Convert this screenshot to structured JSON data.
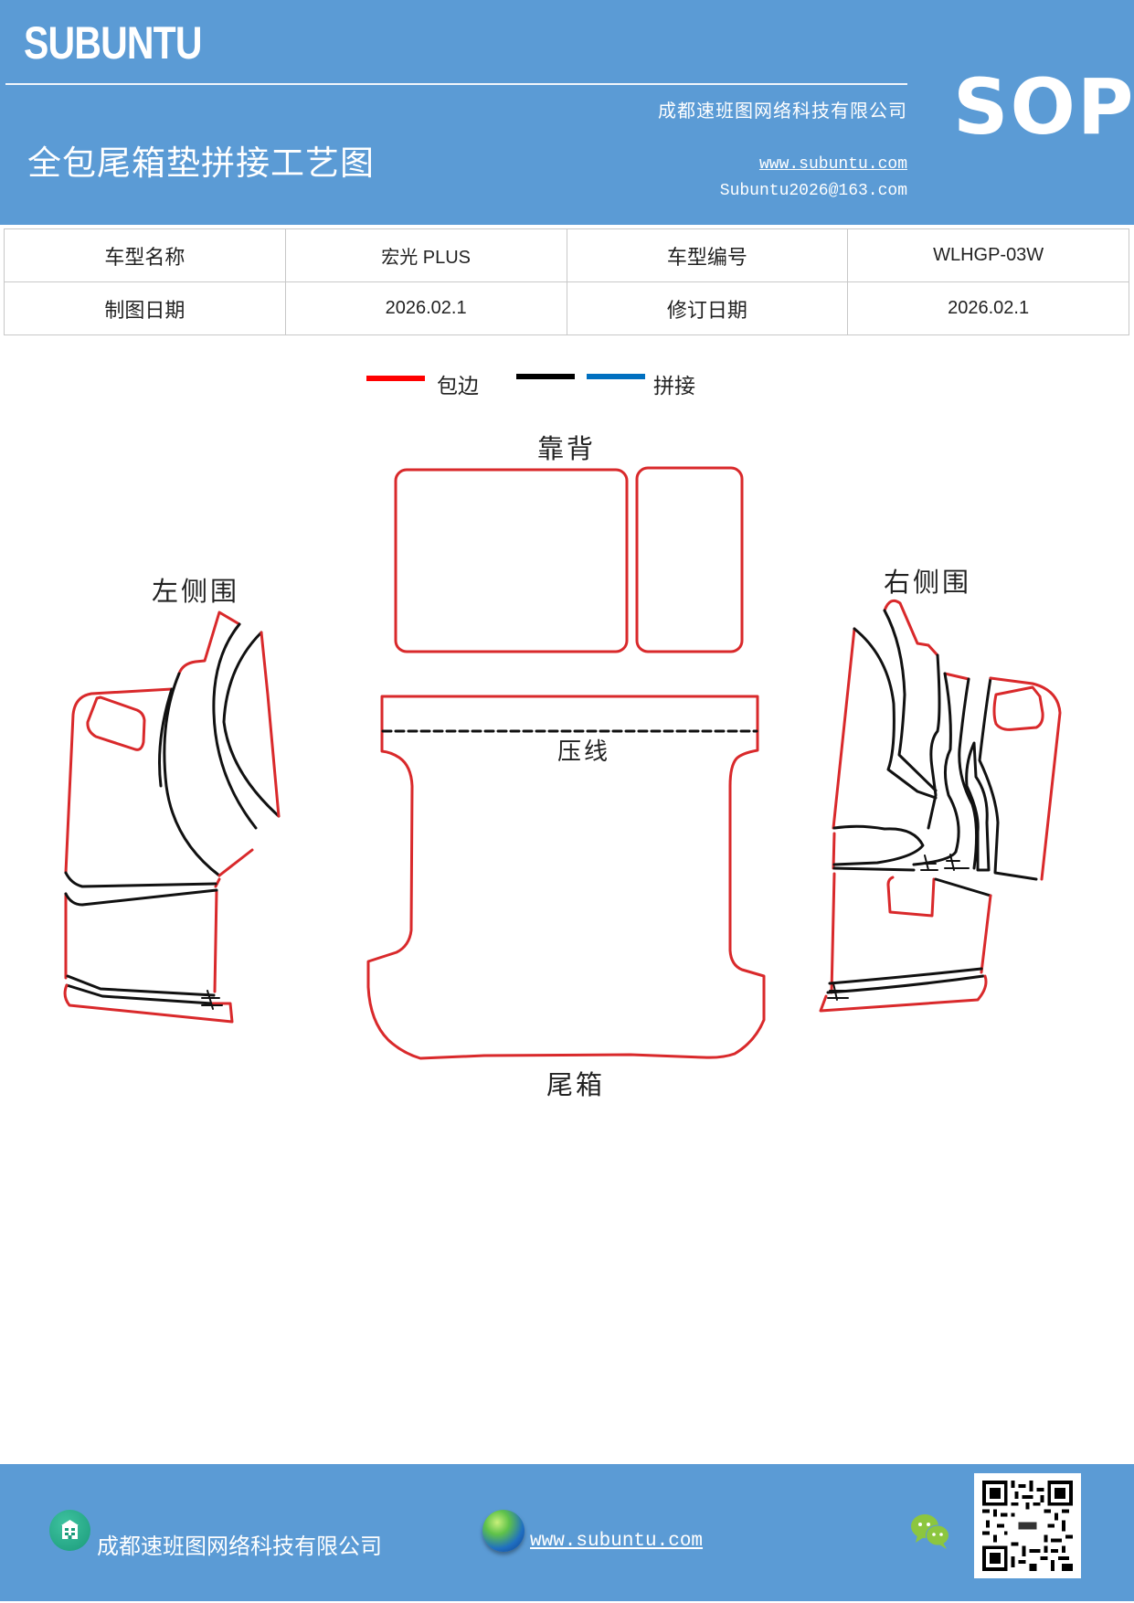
{
  "header": {
    "brand": "SUBUNTU",
    "title": "全包尾箱垫拼接工艺图",
    "company": "成都速班图网络科技有限公司",
    "website": "www.subuntu.com",
    "email": "Subuntu2026@163.com",
    "badge": "SOP",
    "color": "#5b9bd5"
  },
  "info_table": {
    "rows": [
      [
        {
          "label": "车型名称"
        },
        {
          "value": "宏光 PLUS"
        },
        {
          "label": "车型编号"
        },
        {
          "value": "WLHGP-03W"
        }
      ],
      [
        {
          "label": "制图日期"
        },
        {
          "value": "2026.02.1"
        },
        {
          "label": "修订日期"
        },
        {
          "value": "2026.02.1"
        }
      ]
    ]
  },
  "legend": {
    "items": [
      {
        "label": "包边",
        "color": "#ff0000"
      },
      {
        "label": "",
        "color": "#000000"
      },
      {
        "label": "拼接",
        "color": "#0070c0"
      }
    ]
  },
  "diagram": {
    "labels": {
      "backrest": "靠背",
      "left_side": "左侧围",
      "right_side": "右侧围",
      "press_line": "压线",
      "trunk": "尾箱"
    },
    "colors": {
      "edge": "#d9292b",
      "seam": "#111111"
    }
  },
  "footer": {
    "company": "成都速班图网络科技有限公司",
    "website": "www.subuntu.com",
    "icons": [
      "building-icon",
      "globe-icon",
      "wechat-icon",
      "qr-code"
    ]
  }
}
